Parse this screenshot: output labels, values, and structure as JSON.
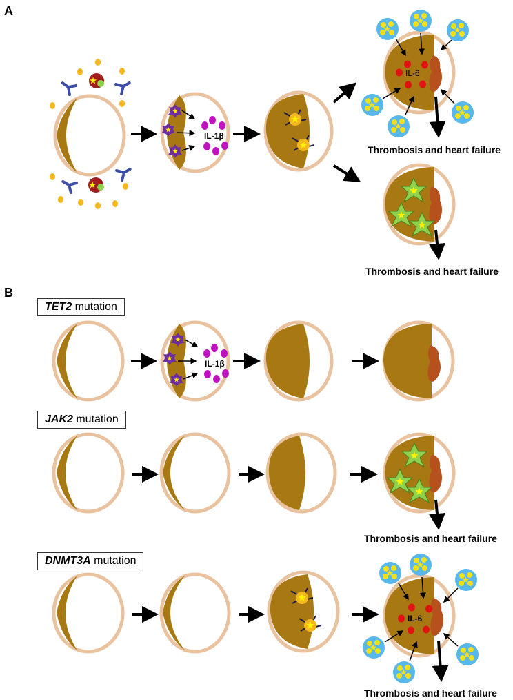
{
  "panels": {
    "a": "A",
    "b": "B"
  },
  "labels": {
    "il1b": "IL-1β",
    "il6": "IL-6",
    "outcome": "Thrombosis and heart failure"
  },
  "mutations": {
    "tet2": {
      "gene": "TET2",
      "suffix": " mutation"
    },
    "jak2": {
      "gene": "JAK2",
      "suffix": " mutation"
    },
    "dnmt3a": {
      "gene": "DNMT3A",
      "suffix": " mutation"
    }
  },
  "colors": {
    "vessel_rim": "#e9c29f",
    "plaque": "#a87913",
    "thrombus": "#b6501d",
    "macrophage": "#6d2da0",
    "cytokine": "#c013c0",
    "il6": "#e01313",
    "platelet": "#8ed14d",
    "foam_cell": "#f5b81c",
    "monocyte": "#a11d1d",
    "antibody": "#3d4ca6",
    "blue_cell": "#58b7eb",
    "yellow_dot": "#f2e01b"
  }
}
